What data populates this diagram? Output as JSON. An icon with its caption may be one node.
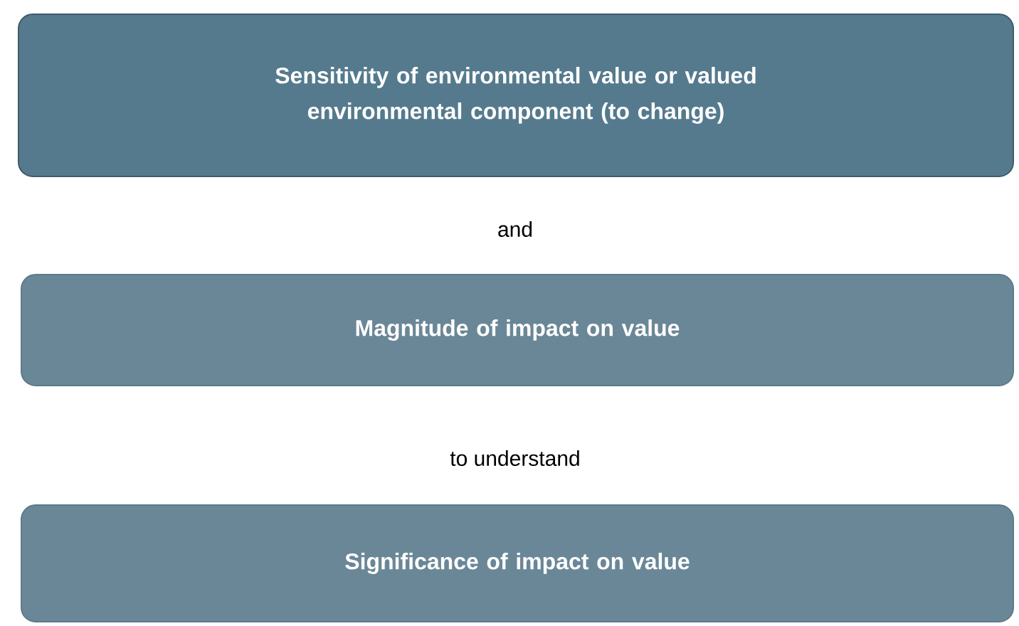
{
  "diagram": {
    "nodes": [
      {
        "text": [
          "Sensitivity of environmental value or valued environmental component (to change)"
        ]
      },
      {
        "text": [
          "Magnitude of impact on value"
        ]
      },
      {
        "text": [
          "Significance of impact on value"
        ]
      }
    ],
    "labels": [
      "and",
      "to understand"
    ]
  }
}
